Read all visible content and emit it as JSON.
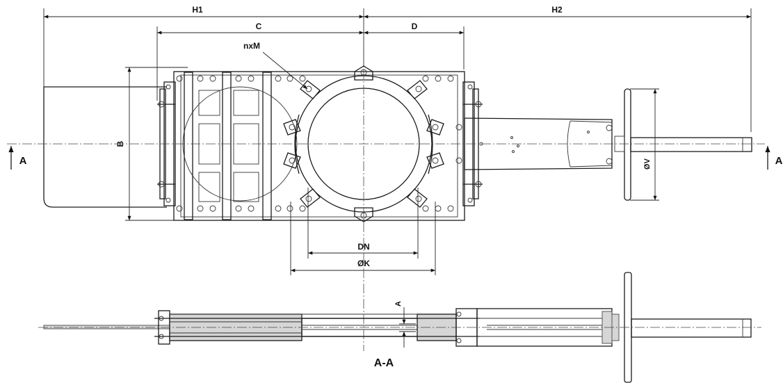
{
  "labels": {
    "h1": "H1",
    "h2": "H2",
    "c": "C",
    "d": "D",
    "nxm": "nxM",
    "b": "B",
    "dn": "DN",
    "k": "ØK",
    "v": "ØV",
    "a_small": "A",
    "section_left": "A",
    "section_right": "A",
    "section_title": "A-A"
  },
  "colors": {
    "line": "#1a1a1a",
    "fill_gray": "#d6d6d6"
  }
}
